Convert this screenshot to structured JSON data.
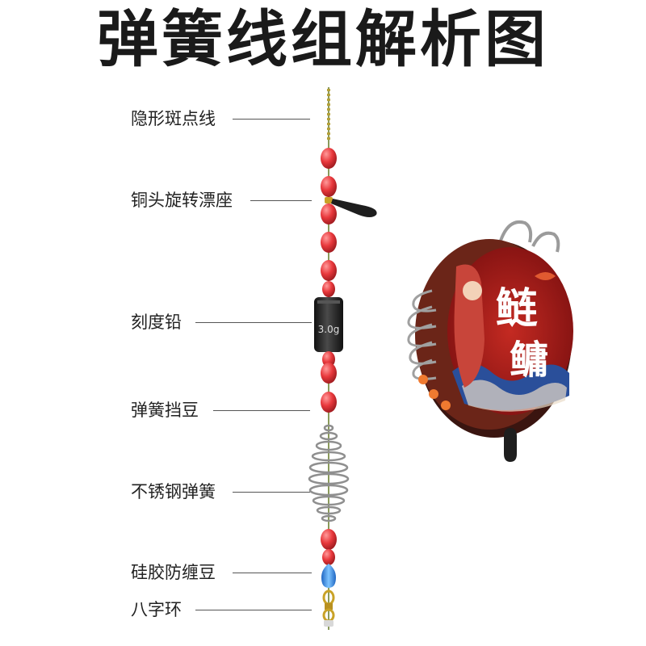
{
  "title": "弹簧线组解析图",
  "components": [
    {
      "id": "line",
      "label": "隐形斑点线"
    },
    {
      "id": "swivel-seat",
      "label": "铜头旋转漂座"
    },
    {
      "id": "sinker",
      "label": "刻度铅"
    },
    {
      "id": "stopper",
      "label": "弹簧挡豆"
    },
    {
      "id": "spring",
      "label": "不锈钢弹簧"
    },
    {
      "id": "silicone",
      "label": "硅胶防缠豆"
    },
    {
      "id": "swivel",
      "label": "八字环"
    }
  ],
  "sinker_weight": "3.0g",
  "spool_logo_text": [
    "鲢",
    "鳙"
  ],
  "colors": {
    "bead": "#e8383c",
    "bead_highlight": "#ff8a8a",
    "sinker": "#222222",
    "spring": "#9a9a9a",
    "silicone": "#3b8fe0",
    "swivel": "#c9a227",
    "spool_rim": "#7a2a1c",
    "spool_face": "#b01d1d",
    "wave": "#2a4f9a"
  }
}
